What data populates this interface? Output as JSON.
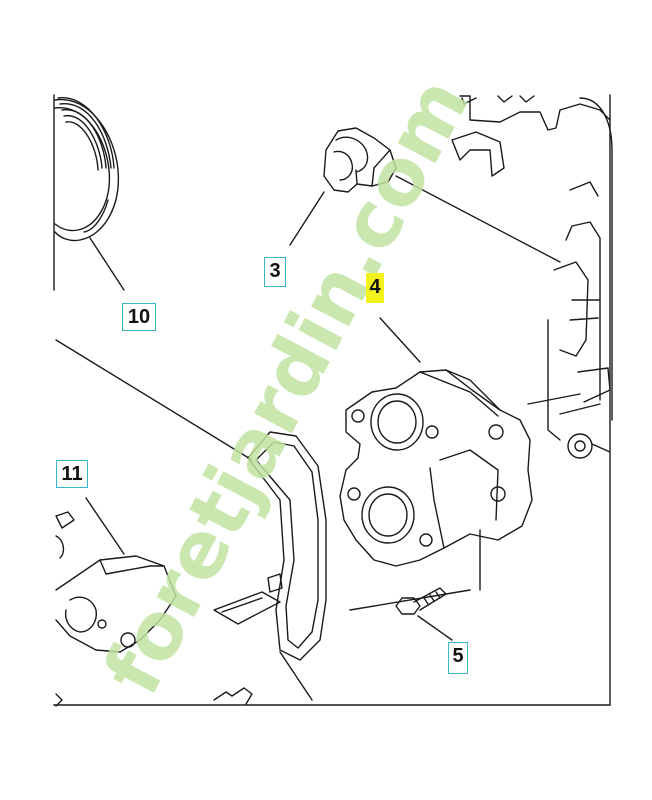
{
  "callouts": [
    {
      "id": "c10",
      "label": "10"
    },
    {
      "id": "c3",
      "label": "3"
    },
    {
      "id": "c4",
      "label": "4",
      "highlight": true
    },
    {
      "id": "c11",
      "label": "11"
    },
    {
      "id": "c5",
      "label": "5"
    }
  ],
  "watermark": {
    "text": "foretjardin.com",
    "colors": {
      "main": "#bfe3a1",
      "dot": "#c9a98e"
    }
  },
  "colors": {
    "callout_border": "#39b7c9",
    "highlight": "#f4f21c",
    "line": "#1a1a1a"
  }
}
